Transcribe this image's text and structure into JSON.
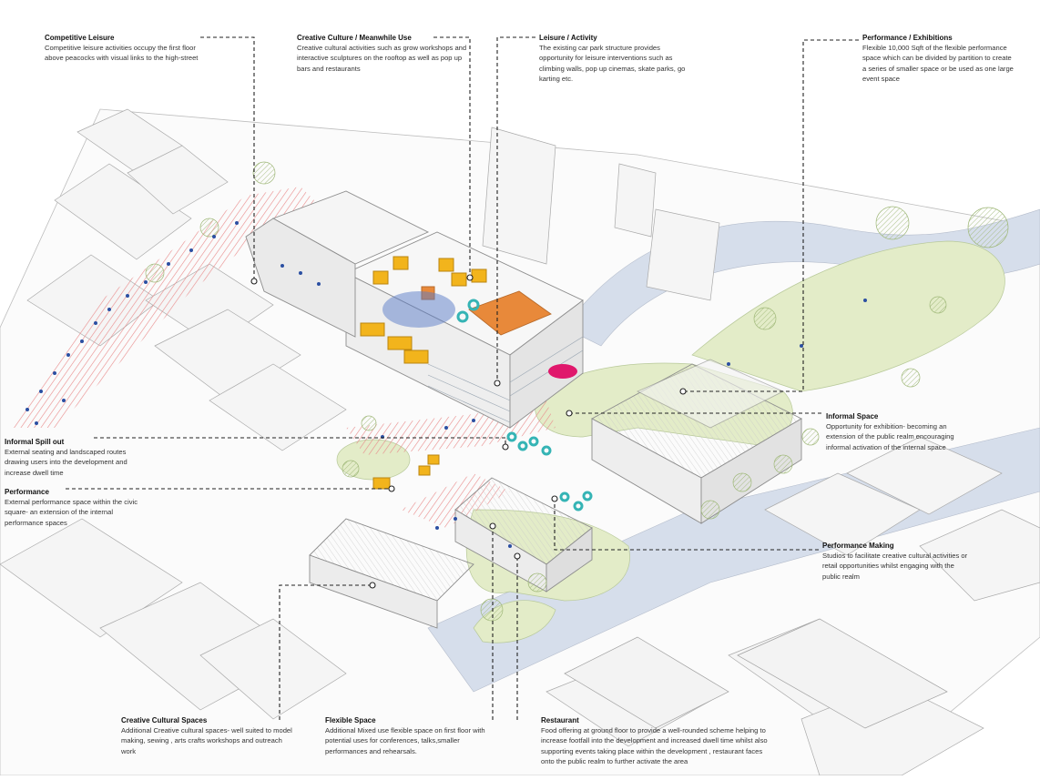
{
  "annotations": {
    "competitive_leisure": {
      "title": "Competitive Leisure",
      "body": "Competitive leisure activities occupy the first floor above peacocks with visual links to the high-street"
    },
    "creative_culture": {
      "title": "Creative Culture / Meanwhile Use",
      "body": "Creative cultural activities such as grow workshops and interactive sculptures on the rooftop as well as pop up bars and restaurants"
    },
    "leisure_activity": {
      "title": "Leisure / Activity",
      "body": "The existing car park structure provides opportunity for leisure interventions such as climbing walls, pop up cinemas, skate parks, go karting etc."
    },
    "performance_exhibitions": {
      "title": "Performance / Exhibitions",
      "body": "Flexible 10,000 Sqft of the flexible performance space which can be divided by partition to create a series of smaller space or be used as one large event space"
    },
    "informal_space": {
      "title": "Informal Space",
      "body": "Opportunity for exhibition- becoming an extension of the public realm encouraging informal activation of the internal space"
    },
    "informal_spill_out": {
      "title": "Informal Spill out",
      "body": "External seating and landscaped routes drawing users into the development and increase dwell time"
    },
    "performance": {
      "title": "Performance",
      "body": "External performance space within the civic square- an extension of the internal performance spaces"
    },
    "performance_making": {
      "title": "Performance Making",
      "body": "Studios to facilitate creative cultural activities or retail opportunities whilst engaging with the public realm"
    },
    "creative_cultural_spaces": {
      "title": "Creative Cultural Spaces",
      "body": "Additional Creative cultural spaces- well suited to model making, sewing , arts crafts workshops and outreach work"
    },
    "flexible_space": {
      "title": "Flexible Space",
      "body": "Additional Mixed use flexible space on first floor with potential uses for conferences, talks,smaller performances and rehearsals."
    },
    "restaurant": {
      "title": "Restaurant",
      "body": "Food offering at ground floor to provide a well-rounded scheme helping to increase footfall into the development and increased dwell time whilst also supporting events taking place within the development , restaurant faces onto the public realm to further activate the area"
    }
  },
  "colors": {
    "line": "#9a9a9a",
    "building": "#f4f4f4",
    "green": "#dfe9c4",
    "route": "#e88a8a",
    "water": "#cfd8e6",
    "people": "#2b4fa2",
    "accent_yellow": "#f2b41c",
    "accent_orange": "#e8893a",
    "accent_teal": "#35b4b5",
    "accent_magenta": "#e0186c",
    "leader": "#222222"
  }
}
